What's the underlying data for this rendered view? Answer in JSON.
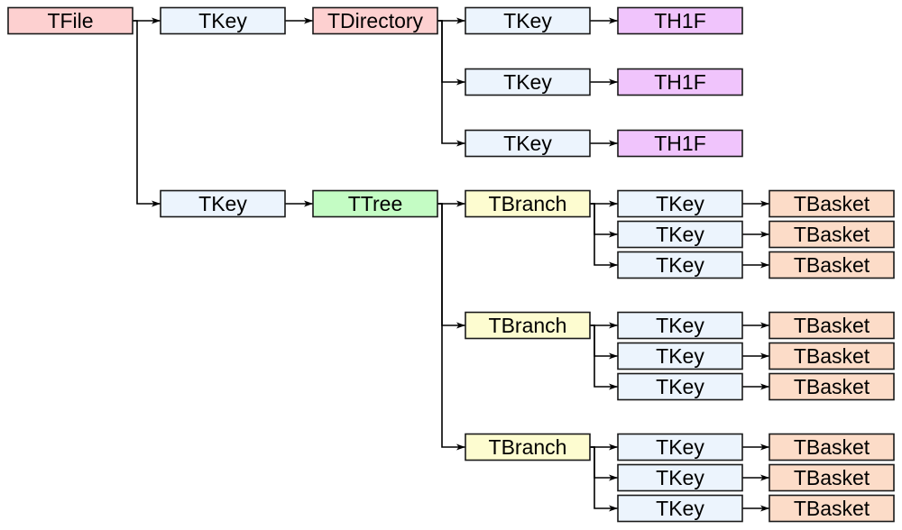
{
  "colors": {
    "TFile": "#fdd0d0",
    "TKey": "#ecf4fd",
    "TDirectory": "#fdd0d0",
    "TH1F": "#f0c4fc",
    "TTree": "#c4fcc4",
    "TBranch": "#fdfcd0",
    "TBasket": "#fcdcc8"
  },
  "nodes": [
    {
      "id": "file",
      "label": "TFile",
      "type": "TFile"
    },
    {
      "id": "key1",
      "label": "TKey",
      "type": "TKey"
    },
    {
      "id": "dir",
      "label": "TDirectory",
      "type": "TDirectory"
    },
    {
      "id": "dkey1",
      "label": "TKey",
      "type": "TKey"
    },
    {
      "id": "h1",
      "label": "TH1F",
      "type": "TH1F"
    },
    {
      "id": "dkey2",
      "label": "TKey",
      "type": "TKey"
    },
    {
      "id": "h2",
      "label": "TH1F",
      "type": "TH1F"
    },
    {
      "id": "dkey3",
      "label": "TKey",
      "type": "TKey"
    },
    {
      "id": "h3",
      "label": "TH1F",
      "type": "TH1F"
    },
    {
      "id": "key2",
      "label": "TKey",
      "type": "TKey"
    },
    {
      "id": "tree",
      "label": "TTree",
      "type": "TTree"
    },
    {
      "id": "br1",
      "label": "TBranch",
      "type": "TBranch"
    },
    {
      "id": "b1k1",
      "label": "TKey",
      "type": "TKey"
    },
    {
      "id": "b1s1",
      "label": "TBasket",
      "type": "TBasket"
    },
    {
      "id": "b1k2",
      "label": "TKey",
      "type": "TKey"
    },
    {
      "id": "b1s2",
      "label": "TBasket",
      "type": "TBasket"
    },
    {
      "id": "b1k3",
      "label": "TKey",
      "type": "TKey"
    },
    {
      "id": "b1s3",
      "label": "TBasket",
      "type": "TBasket"
    },
    {
      "id": "br2",
      "label": "TBranch",
      "type": "TBranch"
    },
    {
      "id": "b2k1",
      "label": "TKey",
      "type": "TKey"
    },
    {
      "id": "b2s1",
      "label": "TBasket",
      "type": "TBasket"
    },
    {
      "id": "b2k2",
      "label": "TKey",
      "type": "TKey"
    },
    {
      "id": "b2s2",
      "label": "TBasket",
      "type": "TBasket"
    },
    {
      "id": "b2k3",
      "label": "TKey",
      "type": "TKey"
    },
    {
      "id": "b2s3",
      "label": "TBasket",
      "type": "TBasket"
    },
    {
      "id": "br3",
      "label": "TBranch",
      "type": "TBranch"
    },
    {
      "id": "b3k1",
      "label": "TKey",
      "type": "TKey"
    },
    {
      "id": "b3s1",
      "label": "TBasket",
      "type": "TBasket"
    },
    {
      "id": "b3k2",
      "label": "TKey",
      "type": "TKey"
    },
    {
      "id": "b3s2",
      "label": "TBasket",
      "type": "TBasket"
    },
    {
      "id": "b3k3",
      "label": "TKey",
      "type": "TKey"
    },
    {
      "id": "b3s3",
      "label": "TBasket",
      "type": "TBasket"
    }
  ],
  "edges": [
    [
      "file",
      "key1"
    ],
    [
      "file",
      "key2"
    ],
    [
      "key1",
      "dir"
    ],
    [
      "dir",
      "dkey1"
    ],
    [
      "dir",
      "dkey2"
    ],
    [
      "dir",
      "dkey3"
    ],
    [
      "dkey1",
      "h1"
    ],
    [
      "dkey2",
      "h2"
    ],
    [
      "dkey3",
      "h3"
    ],
    [
      "key2",
      "tree"
    ],
    [
      "tree",
      "br1"
    ],
    [
      "tree",
      "br2"
    ],
    [
      "tree",
      "br3"
    ],
    [
      "br1",
      "b1k1"
    ],
    [
      "br1",
      "b1k2"
    ],
    [
      "br1",
      "b1k3"
    ],
    [
      "b1k1",
      "b1s1"
    ],
    [
      "b1k2",
      "b1s2"
    ],
    [
      "b1k3",
      "b1s3"
    ],
    [
      "br2",
      "b2k1"
    ],
    [
      "br2",
      "b2k2"
    ],
    [
      "br2",
      "b2k3"
    ],
    [
      "b2k1",
      "b2s1"
    ],
    [
      "b2k2",
      "b2s2"
    ],
    [
      "b2k3",
      "b2s3"
    ],
    [
      "br3",
      "b3k1"
    ],
    [
      "br3",
      "b3k2"
    ],
    [
      "br3",
      "b3k3"
    ],
    [
      "b3k1",
      "b3s1"
    ],
    [
      "b3k2",
      "b3s2"
    ],
    [
      "b3k3",
      "b3s3"
    ]
  ]
}
